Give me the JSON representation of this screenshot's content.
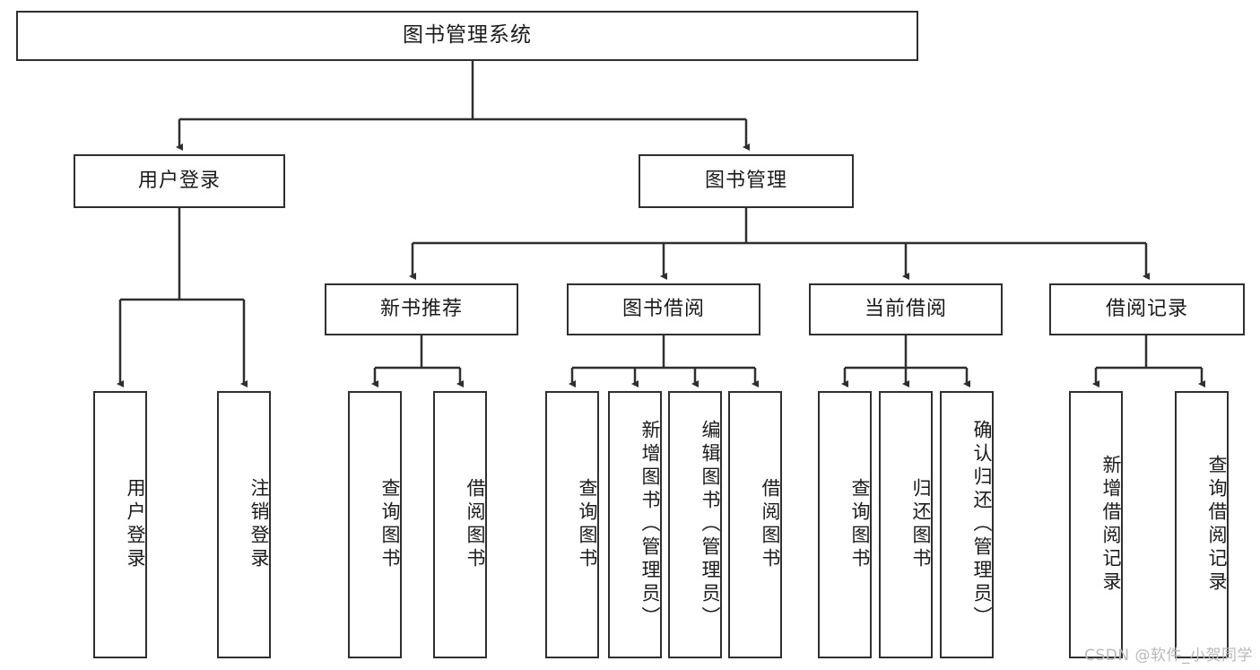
{
  "diagram": {
    "title_text": "图书管理系统",
    "type": "tree-hierarchy-chart",
    "line_color": "#2f2f2f",
    "box_fill": "#ffffff",
    "text_color": "#1b1b1b",
    "watermark": "CSDN @软件_小贺同学"
  },
  "nodes": {
    "root": {
      "label": "图书管理系统"
    },
    "level2": [
      {
        "label": "用户登录"
      },
      {
        "label": "图书管理"
      }
    ],
    "level3": [
      {
        "label": "新书推荐"
      },
      {
        "label": "图书借阅"
      },
      {
        "label": "当前借阅"
      },
      {
        "label": "借阅记录"
      }
    ],
    "leaves_user_login": [
      {
        "label": "用户登录"
      },
      {
        "label": "注销登录"
      }
    ],
    "leaves_new_book": [
      {
        "label": "查询图书"
      },
      {
        "label": "借阅图书"
      }
    ],
    "leaves_borrow": [
      {
        "label": "查询图书"
      },
      {
        "label": "新增图书（管理员）"
      },
      {
        "label": "编辑图书（管理员）"
      },
      {
        "label": "借阅图书"
      }
    ],
    "leaves_current": [
      {
        "label": "查询图书"
      },
      {
        "label": "归还图书"
      },
      {
        "label": "确认归还（管理员）"
      }
    ],
    "leaves_records": [
      {
        "label": "新增借阅记录"
      },
      {
        "label": "查询借阅记录"
      }
    ]
  }
}
